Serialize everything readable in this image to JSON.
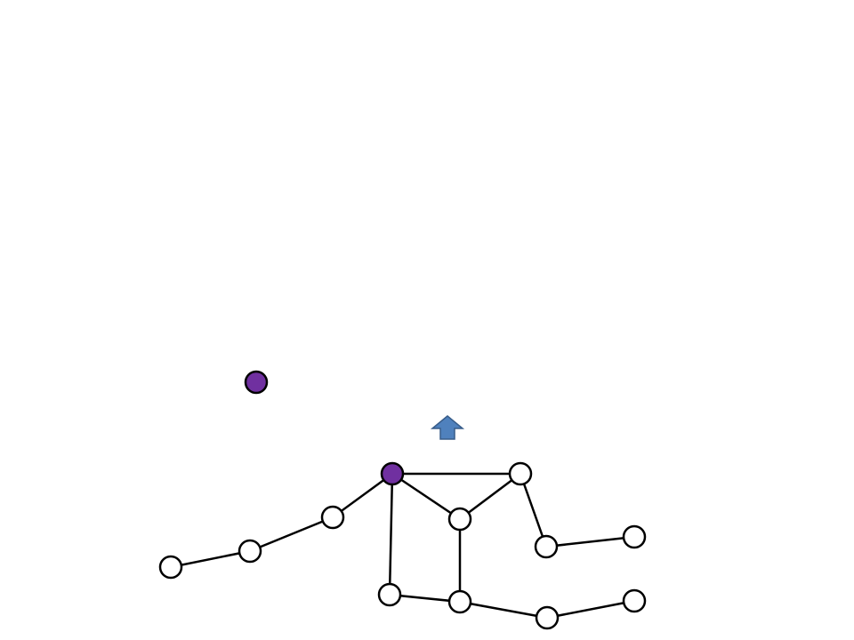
{
  "colors": {
    "background": "#ffffff",
    "node_fill": "#ffffff",
    "node_highlight_fill": "#7030a0",
    "node_stroke": "#000000",
    "edge": "#000000",
    "arrow_fill": "#4f81bd",
    "arrow_stroke": "#385d8a"
  },
  "diagram": {
    "type": "graph",
    "arrow_icon": "up-arrow-icon",
    "nodes": [
      {
        "id": "lone-purple",
        "highlighted": true
      },
      {
        "id": "hub",
        "highlighted": true
      },
      {
        "id": "top-right",
        "highlighted": false
      },
      {
        "id": "center",
        "highlighted": false
      },
      {
        "id": "left-1",
        "highlighted": false
      },
      {
        "id": "left-2",
        "highlighted": false
      },
      {
        "id": "left-3",
        "highlighted": false
      },
      {
        "id": "right-mid",
        "highlighted": false
      },
      {
        "id": "right-far",
        "highlighted": false
      },
      {
        "id": "bottom-left",
        "highlighted": false
      },
      {
        "id": "bottom-center",
        "highlighted": false
      },
      {
        "id": "bottom-right-1",
        "highlighted": false
      },
      {
        "id": "bottom-right-2",
        "highlighted": false
      }
    ],
    "edges": [
      [
        "hub",
        "top-right"
      ],
      [
        "hub",
        "center"
      ],
      [
        "hub",
        "left-1"
      ],
      [
        "hub",
        "bottom-left"
      ],
      [
        "top-right",
        "center"
      ],
      [
        "top-right",
        "right-mid"
      ],
      [
        "right-mid",
        "right-far"
      ],
      [
        "left-1",
        "left-2"
      ],
      [
        "left-2",
        "left-3"
      ],
      [
        "center",
        "bottom-center"
      ],
      [
        "bottom-left",
        "bottom-center"
      ],
      [
        "bottom-center",
        "bottom-right-1"
      ],
      [
        "bottom-right-1",
        "bottom-right-2"
      ]
    ]
  }
}
